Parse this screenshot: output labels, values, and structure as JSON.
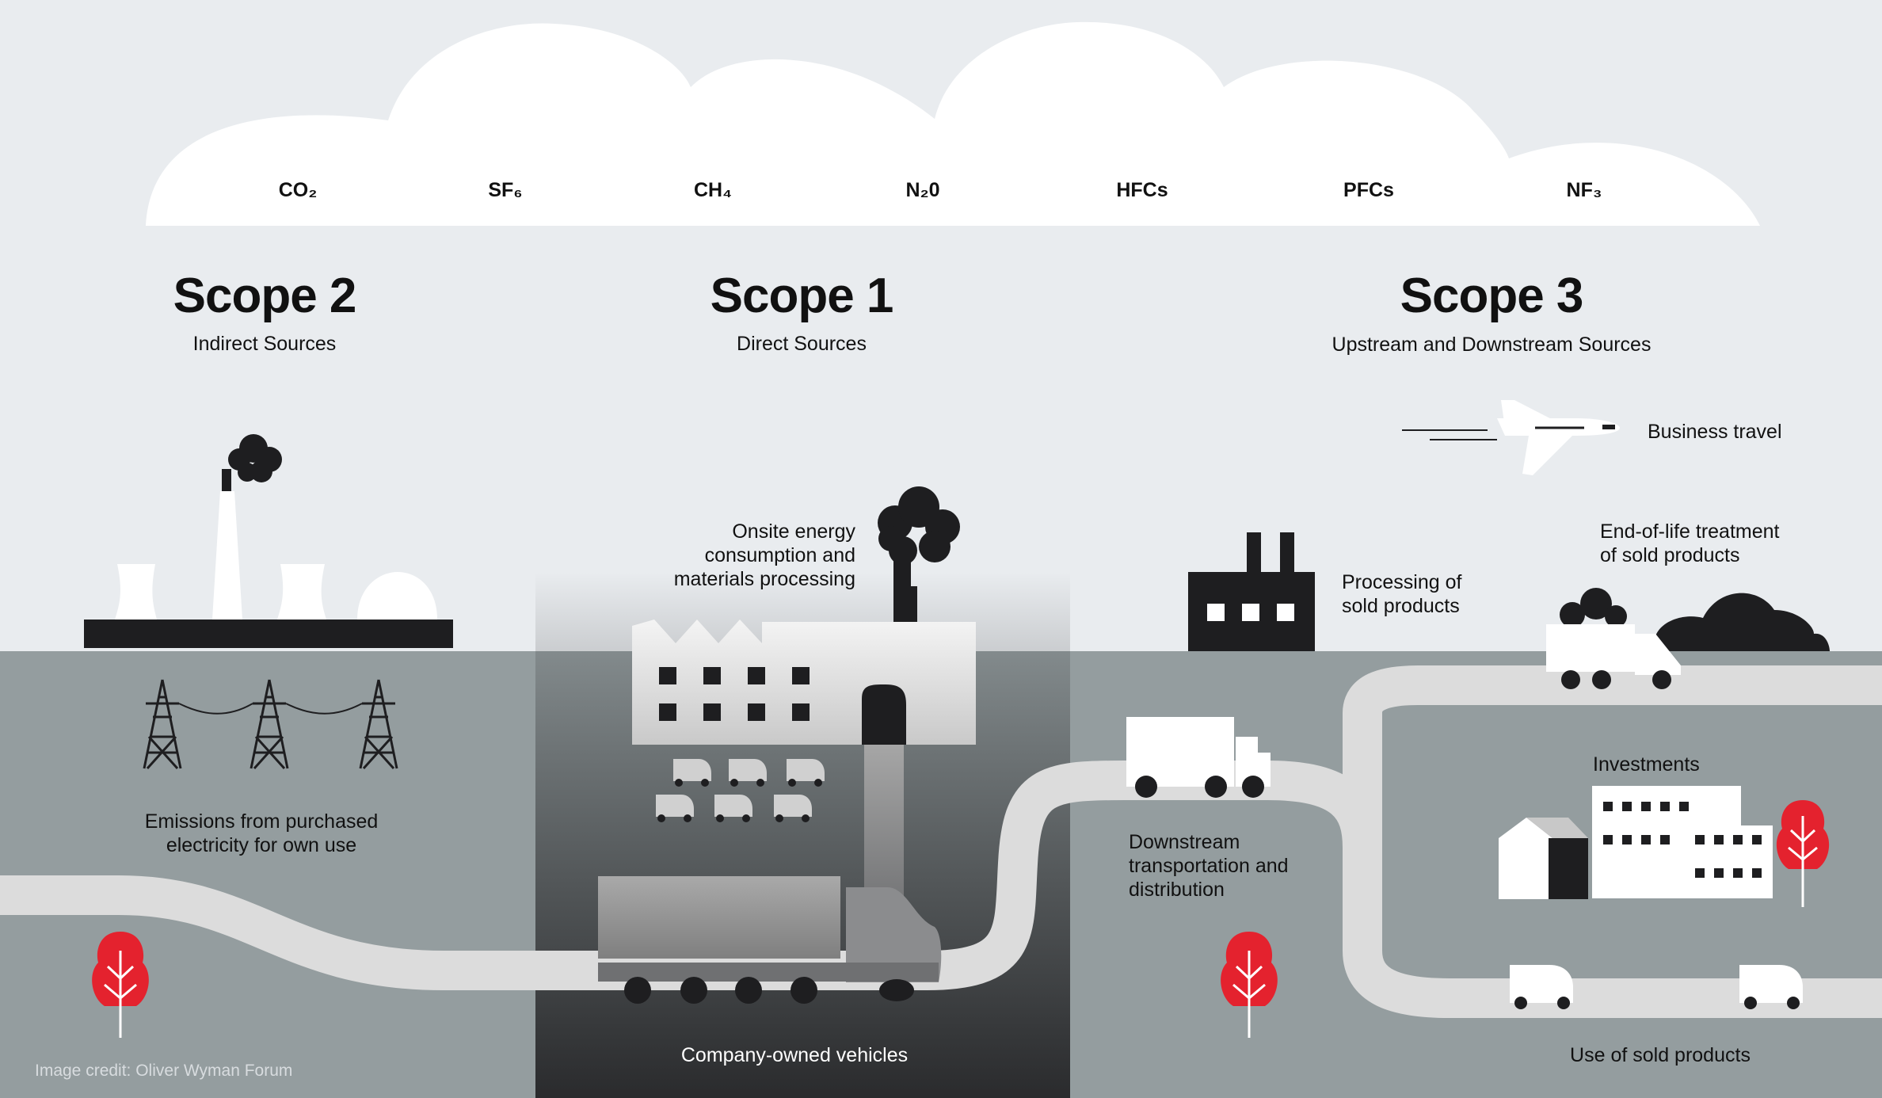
{
  "gases": [
    "CO₂",
    "SF₆",
    "CH₄",
    "N₂0",
    "HFCs",
    "PFCs",
    "NF₃"
  ],
  "scopes": [
    {
      "title": "Scope 2",
      "subtitle": "Indirect Sources"
    },
    {
      "title": "Scope 1",
      "subtitle": "Direct Sources"
    },
    {
      "title": "Scope 3",
      "subtitle": "Upstream and Downstream Sources"
    }
  ],
  "labels": {
    "business_travel": "Business travel",
    "onsite_energy": "Onsite energy\nconsumption and\nmaterials processing",
    "processing_sold": "Processing of\nsold products",
    "end_of_life": "End-of-life treatment\nof sold products",
    "purchased_electricity": "Emissions from purchased\nelectricity for own use",
    "investments": "Investments",
    "downstream_transport": "Downstream\ntransportation and\ndistribution",
    "company_vehicles": "Company-owned vehicles",
    "use_sold": "Use of sold products"
  },
  "credit": "Image credit: Oliver Wyman Forum",
  "colors": {
    "sky": "#e9ecef",
    "ground": "#949d9f",
    "road": "#dcdcdc",
    "black": "#1e1e20",
    "tree_red": "#e4222e"
  }
}
